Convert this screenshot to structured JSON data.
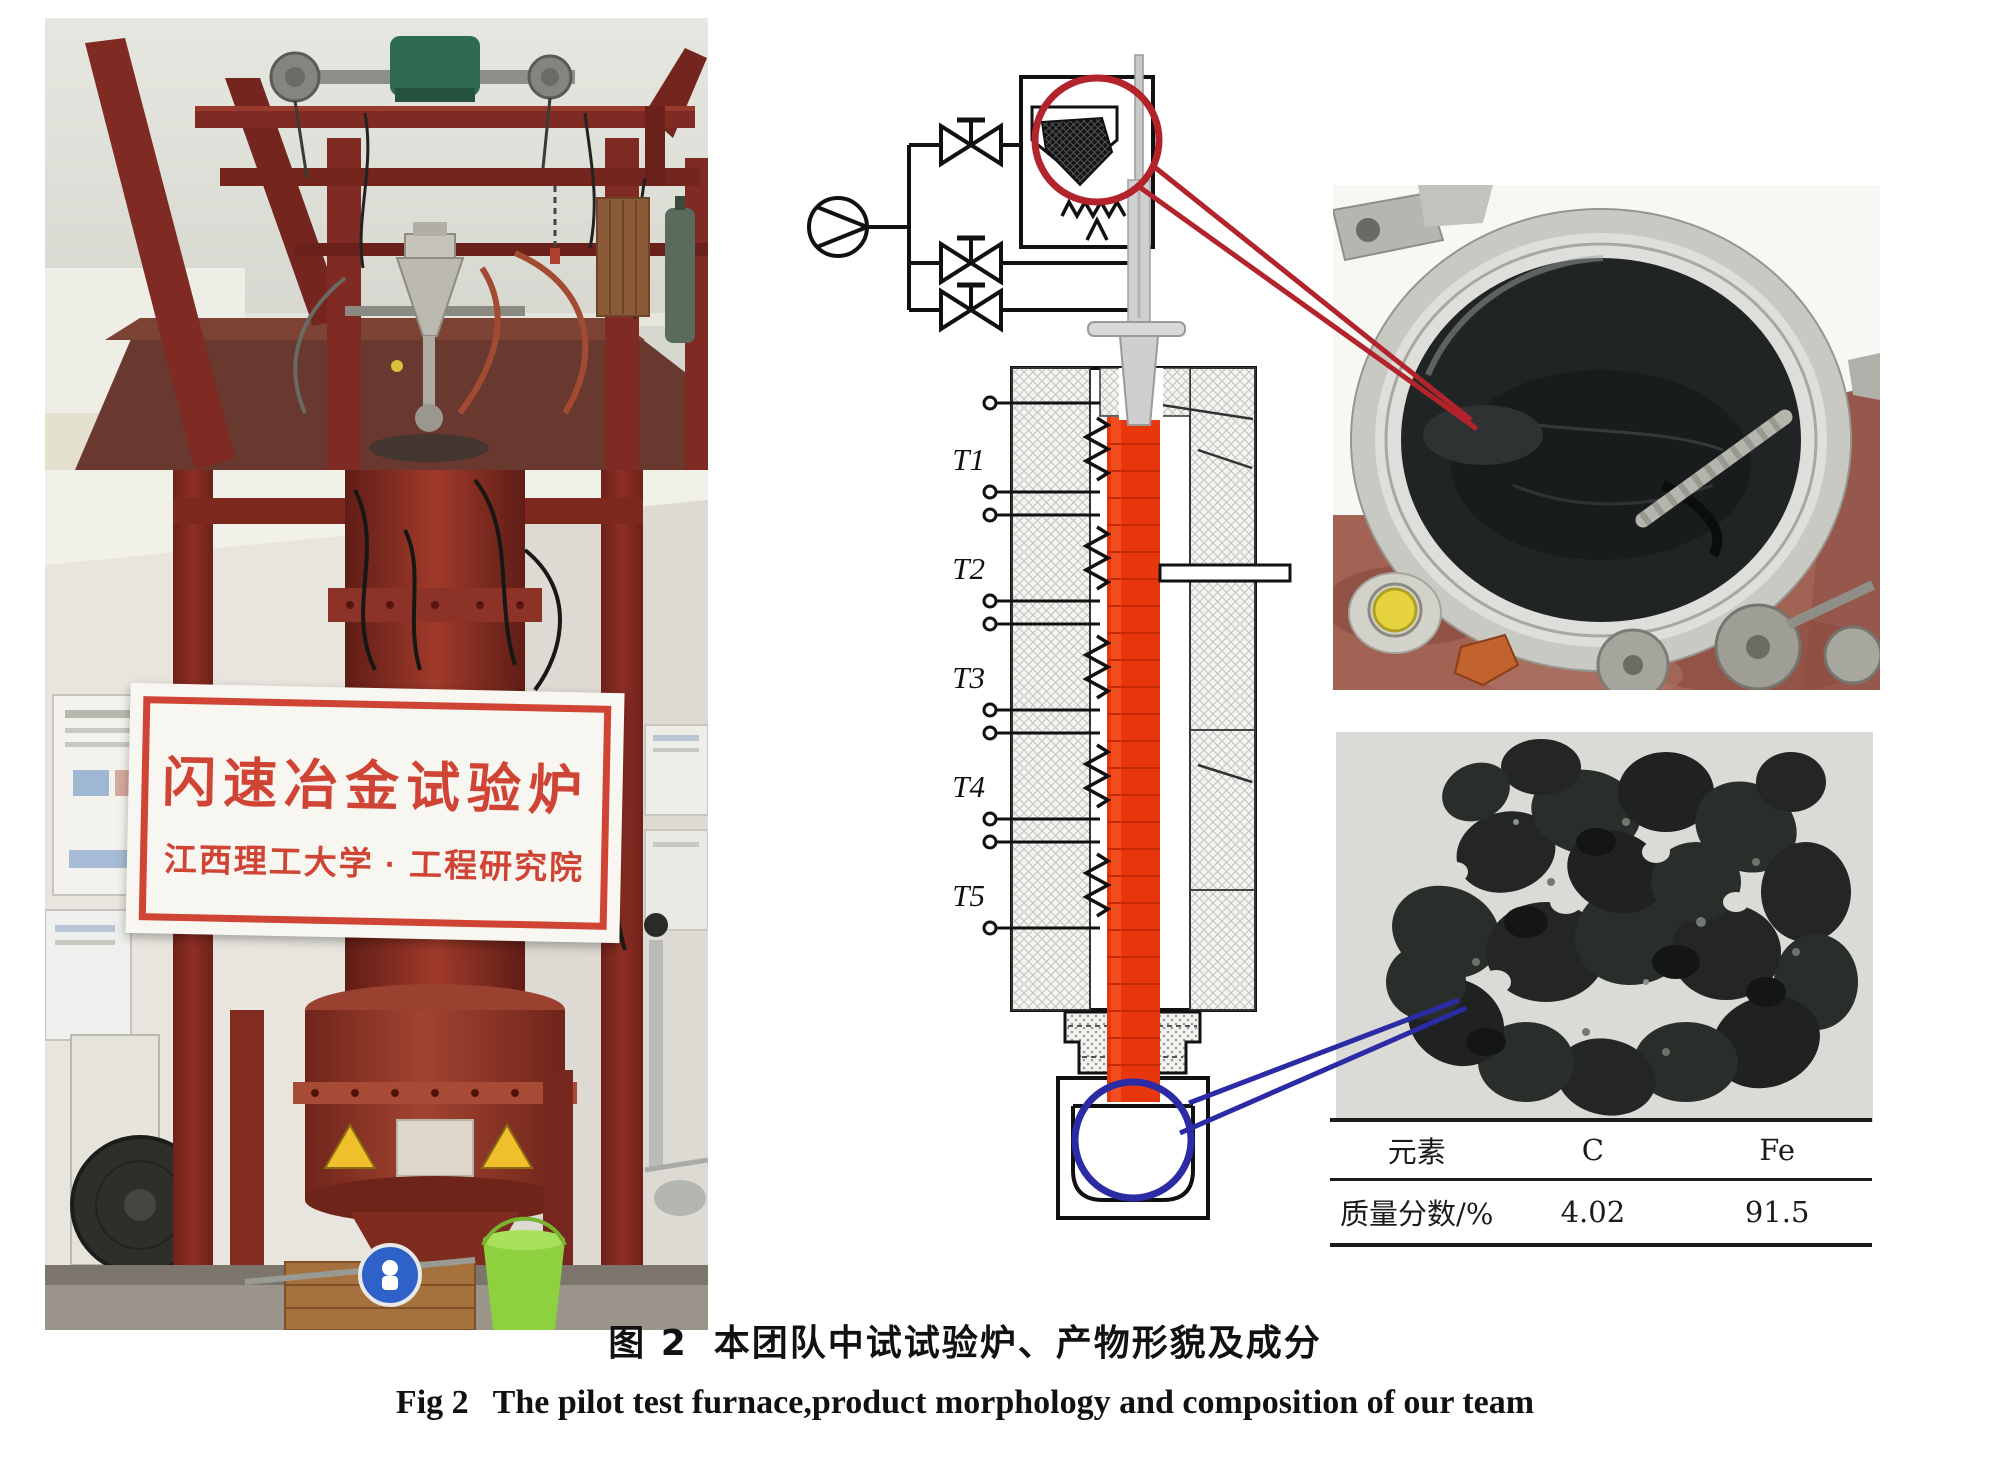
{
  "figure": {
    "caption": {
      "zh_label": "图 2",
      "zh_text": "本团队中试试验炉、产物形貌及成分",
      "en_label": "Fig 2",
      "en_text": "The pilot test furnace,product morphology and composition of our team"
    }
  },
  "photos": {
    "banner": {
      "line1": "闪速冶金试验炉",
      "line2": "江西理工大学 · 工程研究院"
    }
  },
  "diagram": {
    "temperature_labels": [
      "T1",
      "T2",
      "T3",
      "T4",
      "T5"
    ]
  },
  "composition_table": {
    "headers": [
      "元素",
      "C",
      "Fe"
    ],
    "rows": [
      {
        "label": "质量分数/%",
        "c": "4.02",
        "fe": "91.5"
      }
    ]
  },
  "colors": {
    "annotation_red": "#b3232b",
    "annotation_blue": "#2b2ba5",
    "tube_orange": "#e8370c",
    "furnace_red": "#86291f",
    "banner_red": "#cf4434"
  }
}
